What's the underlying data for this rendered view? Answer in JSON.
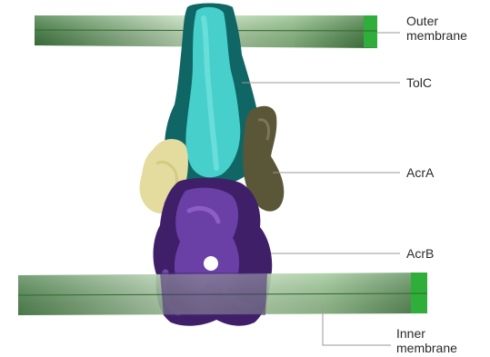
{
  "labels": {
    "outer_membrane": [
      "Outer",
      "membrane"
    ],
    "tolc": "TolC",
    "acra": "AcrA",
    "acrb": "AcrB",
    "inner_membrane": [
      "Inner",
      "membrane"
    ]
  },
  "colors": {
    "membrane_dark": "#3f7a3e",
    "membrane_light": "#b9d8b3",
    "membrane_edge": "#2fae3a",
    "tolc_light": "#4dd3d0",
    "tolc_dark": "#0e5f5d",
    "acra_light": "#e7e0a0",
    "acra_dark": "#5c573a",
    "acrb_light": "#8c5bc2",
    "acrb_dark": "#3e1f66",
    "leader_line": "#9a9a9a"
  }
}
